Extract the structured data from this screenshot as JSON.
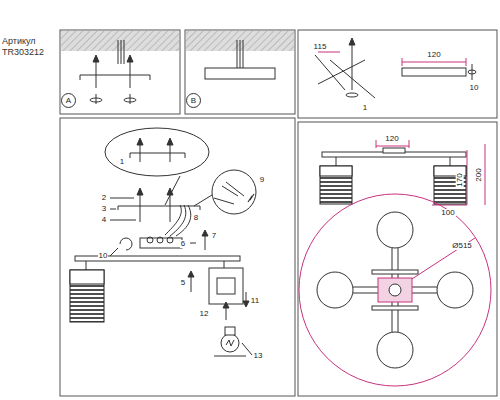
{
  "diagram": {
    "title": "Артикул TR303212",
    "nodes": [
      {
        "text": [
          "A"
        ]
      },
      {
        "text": [
          "B"
        ]
      }
    ],
    "labels": [
      "1",
      "2",
      "3",
      "4",
      "9",
      "8",
      "7",
      "10",
      "6",
      "5",
      "11",
      "12",
      "13",
      "115",
      "1",
      "120",
      "10",
      "120",
      "170",
      "200",
      "100",
      "Ø515"
    ]
  }
}
